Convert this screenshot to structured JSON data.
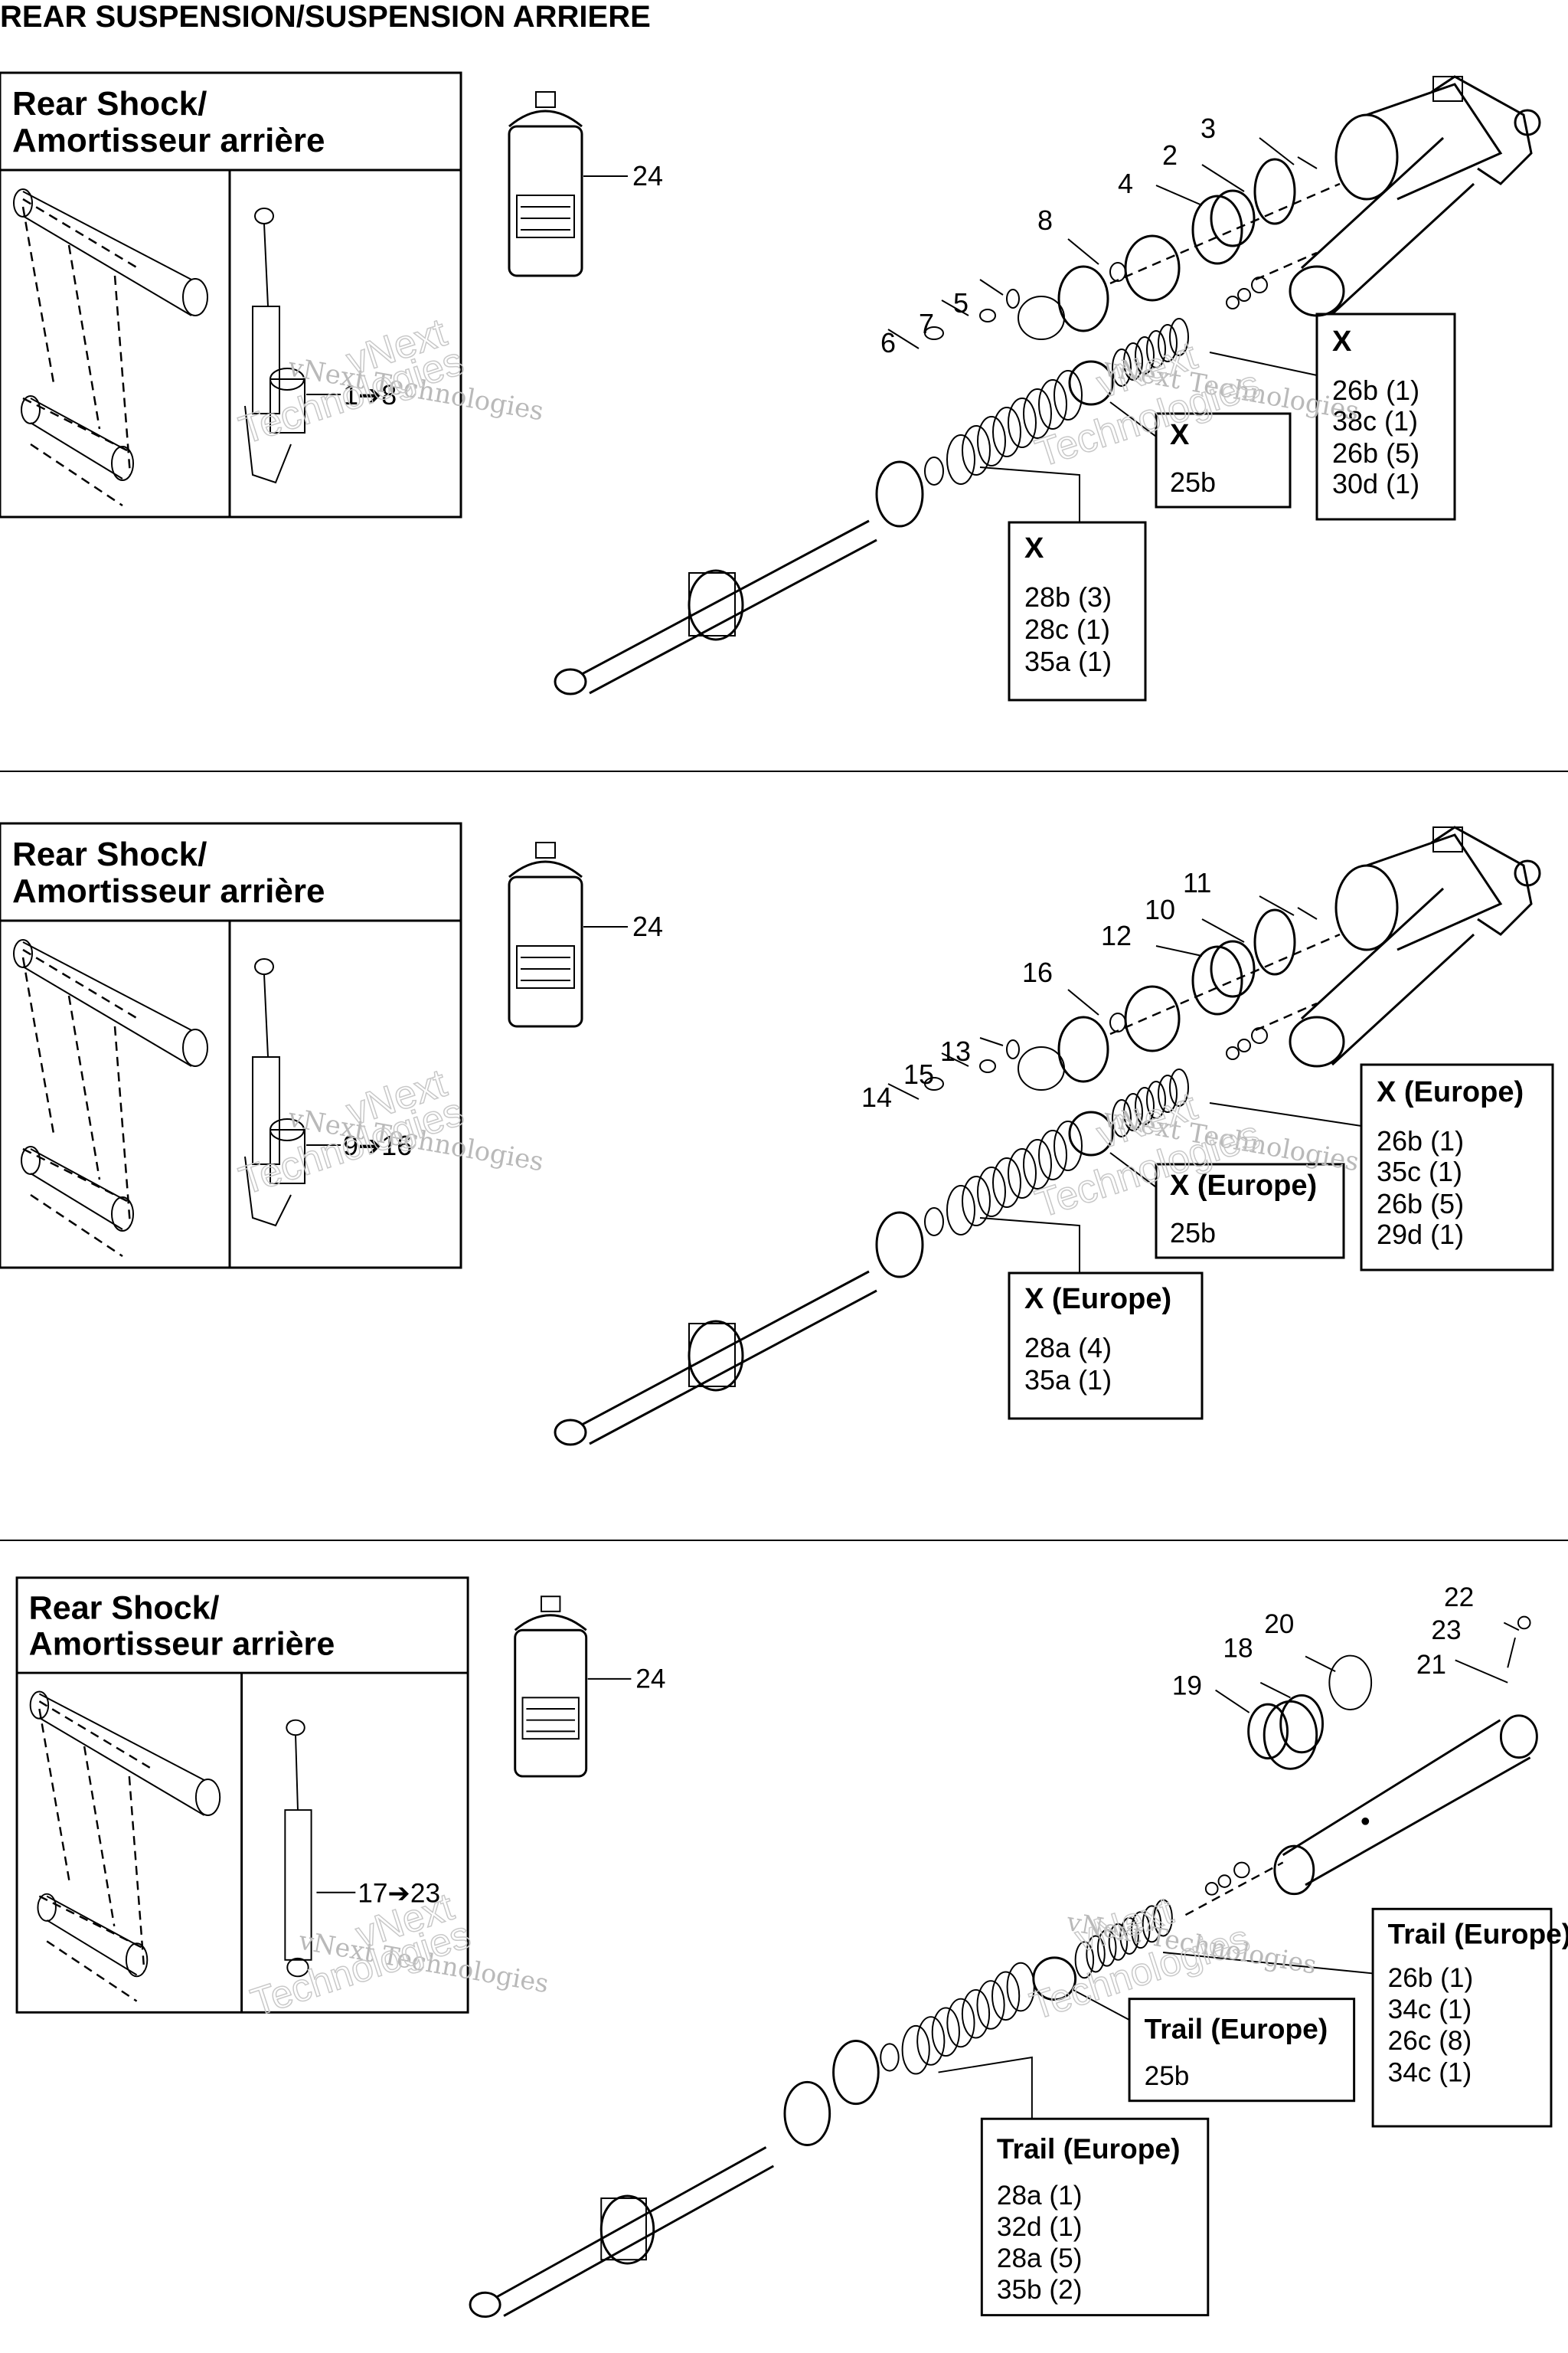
{
  "page_title": "REAR SUSPENSION/SUSPENSION ARRIERE",
  "watermark": {
    "line1": "vNext Technologies",
    "line2": "vNext",
    "line3": "Technologies"
  },
  "sections": [
    {
      "inset_title_1": "Rear Shock/",
      "inset_title_2": "Amortisseur arrière",
      "inset_range": "1➔8",
      "can_label": "24",
      "callouts": [
        "3",
        "2",
        "4",
        "8",
        "5",
        "7",
        "6"
      ],
      "box_right": {
        "head": "X",
        "lines": [
          "26b (1)",
          "38c (1)",
          "26b (5)",
          "30d (1)"
        ]
      },
      "box_mid": {
        "head": "X",
        "lines": [
          "25b"
        ]
      },
      "box_bottom": {
        "head": "X",
        "lines": [
          "28b (3)",
          "28c (1)",
          "35a (1)"
        ]
      }
    },
    {
      "inset_title_1": "Rear Shock/",
      "inset_title_2": "Amortisseur arrière",
      "inset_range": "9➔16",
      "can_label": "24",
      "callouts": [
        "11",
        "10",
        "12",
        "16",
        "13",
        "15",
        "14"
      ],
      "box_right": {
        "head": "X (Europe)",
        "lines": [
          "26b (1)",
          "35c (1)",
          "26b (5)",
          "29d (1)"
        ]
      },
      "box_mid": {
        "head": "X (Europe)",
        "lines": [
          "25b"
        ]
      },
      "box_bottom": {
        "head": "X (Europe)",
        "lines": [
          "28a (4)",
          "35a (1)"
        ]
      }
    },
    {
      "inset_title_1": "Rear Shock/",
      "inset_title_2": "Amortisseur arrière",
      "inset_range": "17➔23",
      "can_label": "24",
      "callouts": [
        "22",
        "20",
        "23",
        "18",
        "21",
        "19"
      ],
      "box_right": {
        "head": "Trail (Europe)",
        "lines": [
          "26b (1)",
          "34c (1)",
          "26c (8)",
          "34c (1)"
        ]
      },
      "box_mid": {
        "head": "Trail (Europe)",
        "lines": [
          "25b"
        ]
      },
      "box_bottom": {
        "head": "Trail (Europe)",
        "lines": [
          "28a (1)",
          "32d (1)",
          "28a (5)",
          "35b (2)"
        ]
      }
    }
  ]
}
